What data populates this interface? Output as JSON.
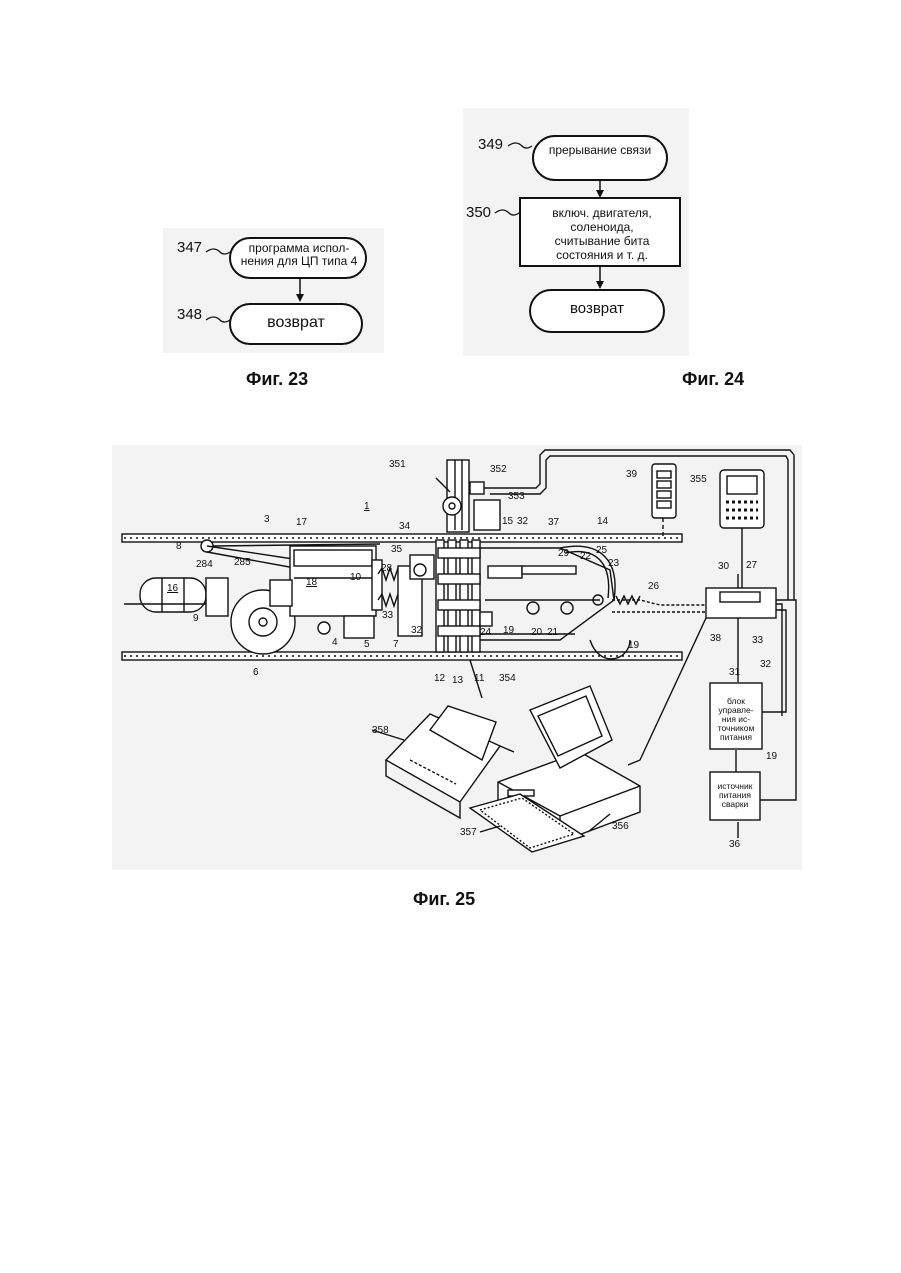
{
  "fig23": {
    "caption": "Фиг. 23",
    "nodes": [
      {
        "ref": "347",
        "text": "программа испол-нения для ЦП типа 4"
      },
      {
        "ref": "348",
        "text": "возврат"
      }
    ]
  },
  "fig24": {
    "caption": "Фиг. 24",
    "nodes": [
      {
        "ref": "349",
        "text": "прерывание связи"
      },
      {
        "ref": "350",
        "text": "включ. двигателя, соленоида, считывание бита состояния и т. д."
      },
      {
        "ref": "",
        "text": "возврат"
      }
    ]
  },
  "fig25": {
    "caption": "Фиг. 25",
    "boxes": [
      {
        "ref": "31",
        "text": "блок управле-ния ис-точником питания"
      },
      {
        "ref": "36",
        "text": "источник питания сварки"
      }
    ],
    "labels": [
      "351",
      "352",
      "353",
      "1",
      "3",
      "17",
      "8",
      "284",
      "285",
      "16",
      "18",
      "9",
      "6",
      "4",
      "5",
      "7",
      "10",
      "28",
      "33",
      "32",
      "34",
      "35",
      "15",
      "32",
      "37",
      "14",
      "29",
      "22",
      "25",
      "23",
      "26",
      "24",
      "19",
      "20",
      "21",
      "19",
      "12",
      "13",
      "11",
      "354",
      "39",
      "355",
      "30",
      "27",
      "38",
      "33",
      "32",
      "19",
      "358",
      "356",
      "357"
    ]
  }
}
